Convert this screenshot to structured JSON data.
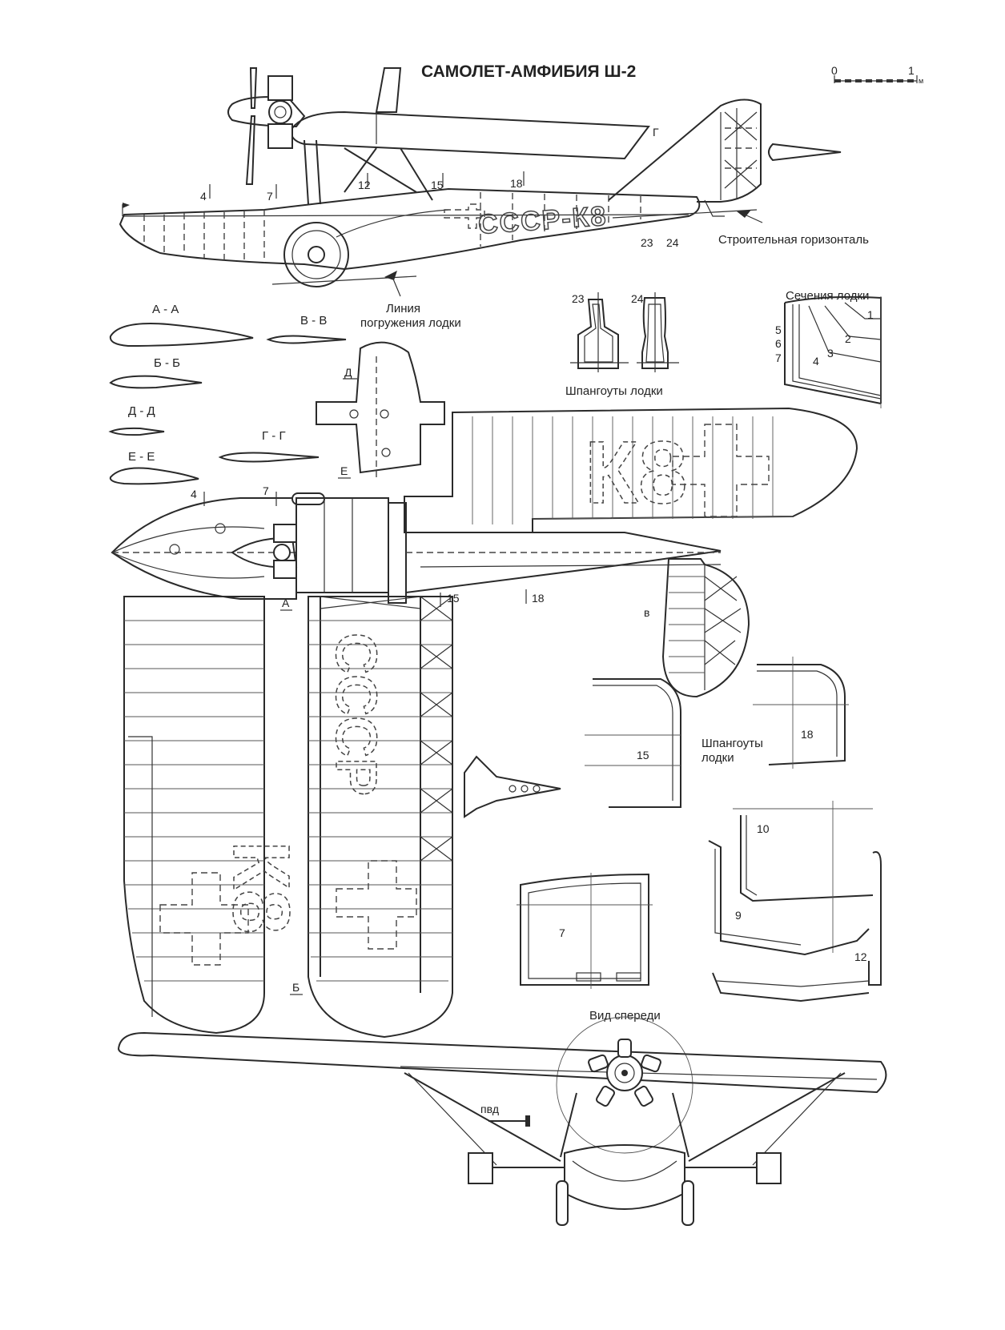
{
  "title": "САМОЛЕТ-АМФИБИЯ Ш-2",
  "scale": {
    "start": "0",
    "end": "1",
    "unit": "м"
  },
  "side_view": {
    "registration": "СССР-К8",
    "station_numbers": [
      "4",
      "7",
      "12",
      "15",
      "18",
      "23",
      "24"
    ],
    "section_mark_g": "Г",
    "construction_horizontal": "Строительная горизонталь",
    "hull_waterline_1": "Линия",
    "hull_waterline_2": "погружения лодки"
  },
  "airfoil_sections": [
    {
      "label": "А - А"
    },
    {
      "label": "В - В"
    },
    {
      "label": "Б - Б"
    },
    {
      "label": "Д - Д"
    },
    {
      "label": "Г - Г"
    },
    {
      "label": "Е - Е"
    }
  ],
  "frames_top": {
    "numbers": [
      "23",
      "24"
    ],
    "caption": "Шпангоуты лодки"
  },
  "hull_sections": {
    "caption": "Сечения лодки",
    "numbers": [
      "1",
      "2",
      "3",
      "4",
      "5",
      "6",
      "7"
    ]
  },
  "plan_view": {
    "wing_marking_top": "К8",
    "wing_marking_bottom": "СССР",
    "wing_marking_underside": "К8",
    "section_marks": [
      "Д",
      "Е",
      "А",
      "Б",
      "в"
    ],
    "station_numbers": [
      "4",
      "7",
      "15",
      "18"
    ]
  },
  "frames_bottom": {
    "caption_1": "Шпангоуты",
    "caption_2": "лодки",
    "numbers": [
      "15",
      "18",
      "10",
      "9",
      "12",
      "7"
    ]
  },
  "front_view": {
    "caption": "Вид спереди",
    "pvd_label": "пвд"
  }
}
